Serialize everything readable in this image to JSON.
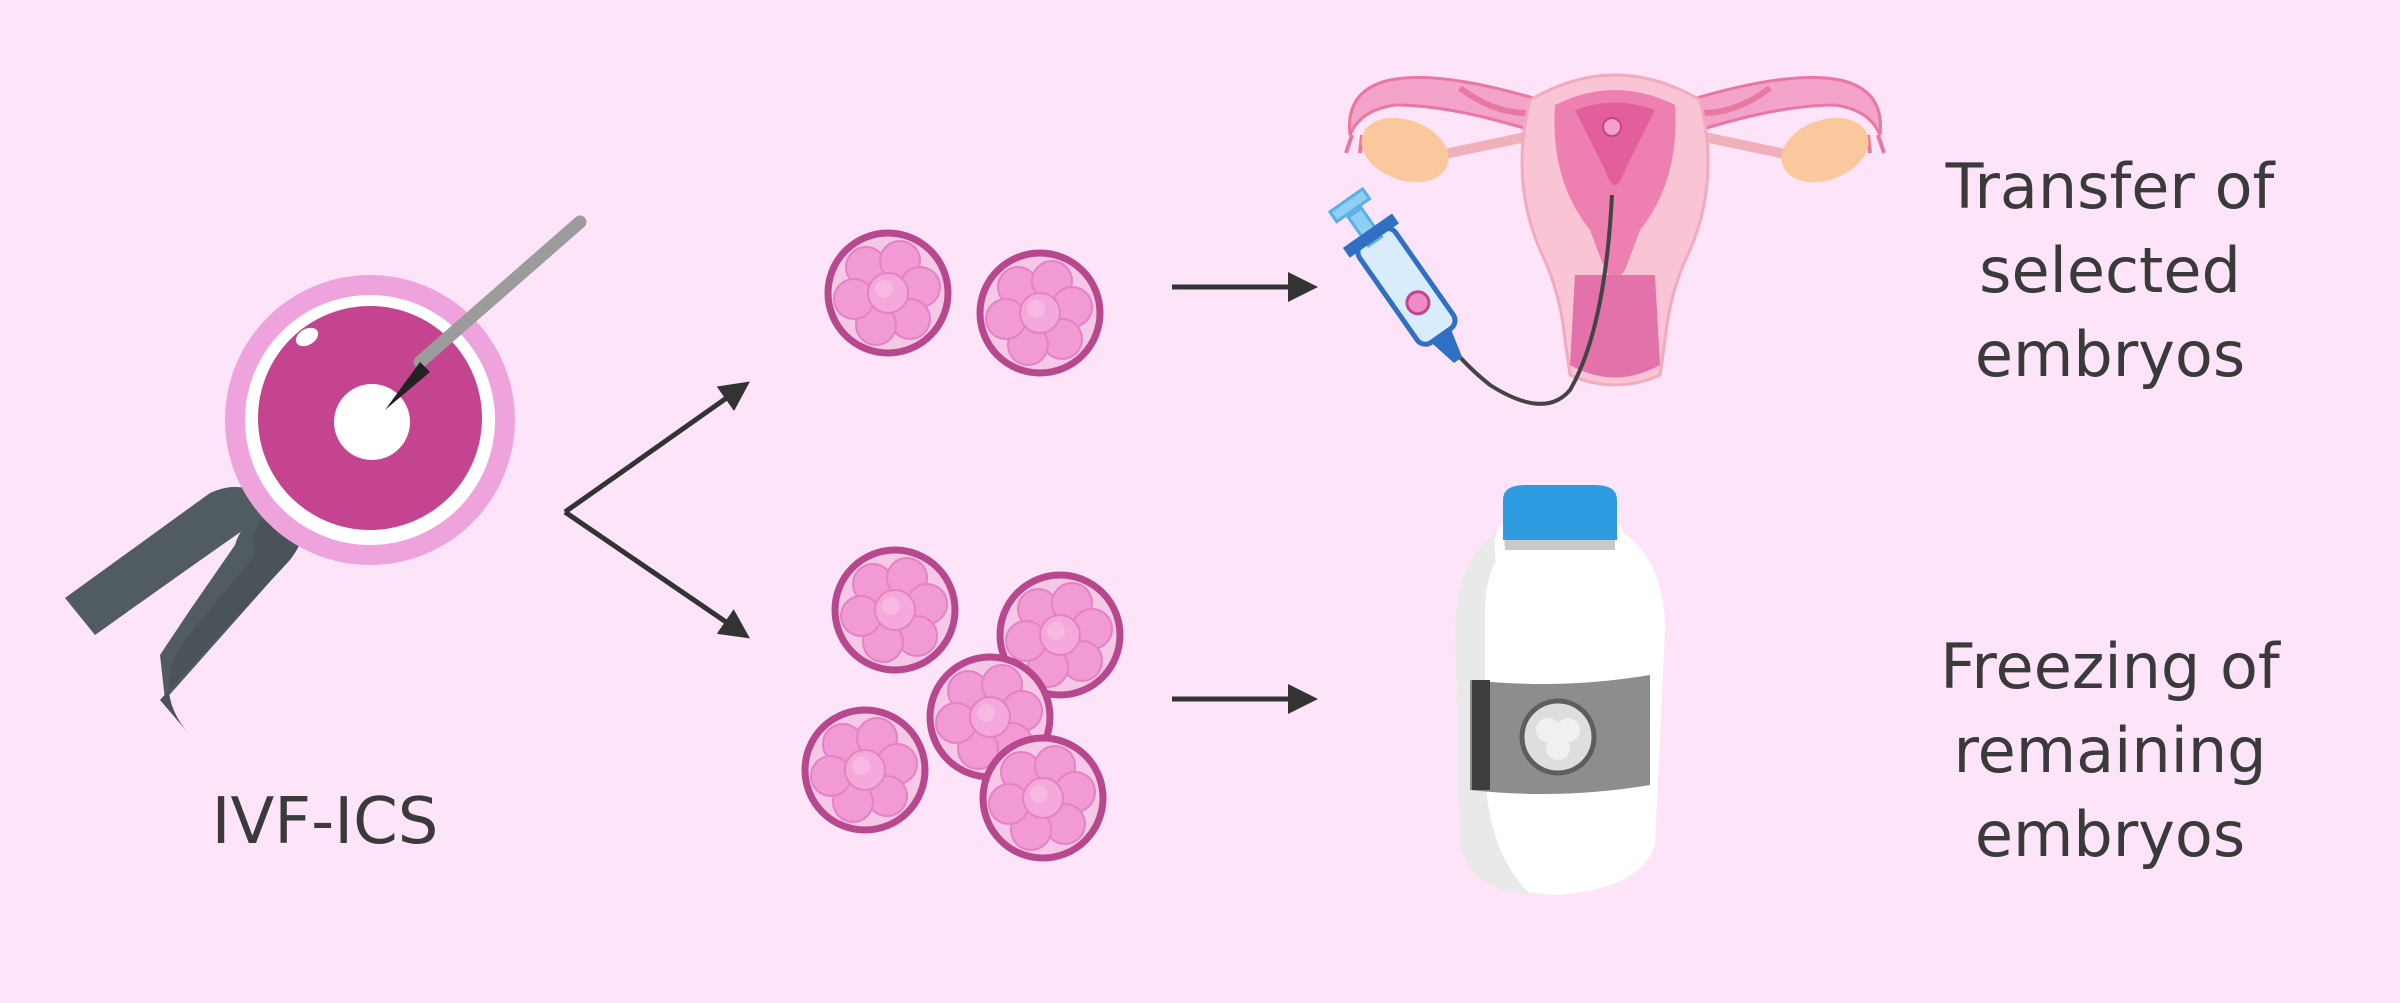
{
  "labels": {
    "ivf": "IVF-ICS",
    "transfer": "Transfer of\nselected\nembryos",
    "freezing": "Freezing of\nremaining\nembryos"
  },
  "icons": {
    "icsi": "icsi-micromanipulation-icon",
    "uterus": "uterus-icon",
    "catheter": "transfer-catheter-icon",
    "cryotank": "cryopreservation-tank-icon",
    "embryo": "embryo-icon"
  },
  "colors": {
    "background": "#fde4f8",
    "text": "#3a3a3a",
    "arrow": "#333333",
    "oocyte": "#c4448f",
    "zona": "#eea3dc",
    "embryo_ring": "#b8488e",
    "embryo_cell": "#f19ad4",
    "pipette": "#515b62",
    "tank_cap": "#2f9be0"
  }
}
